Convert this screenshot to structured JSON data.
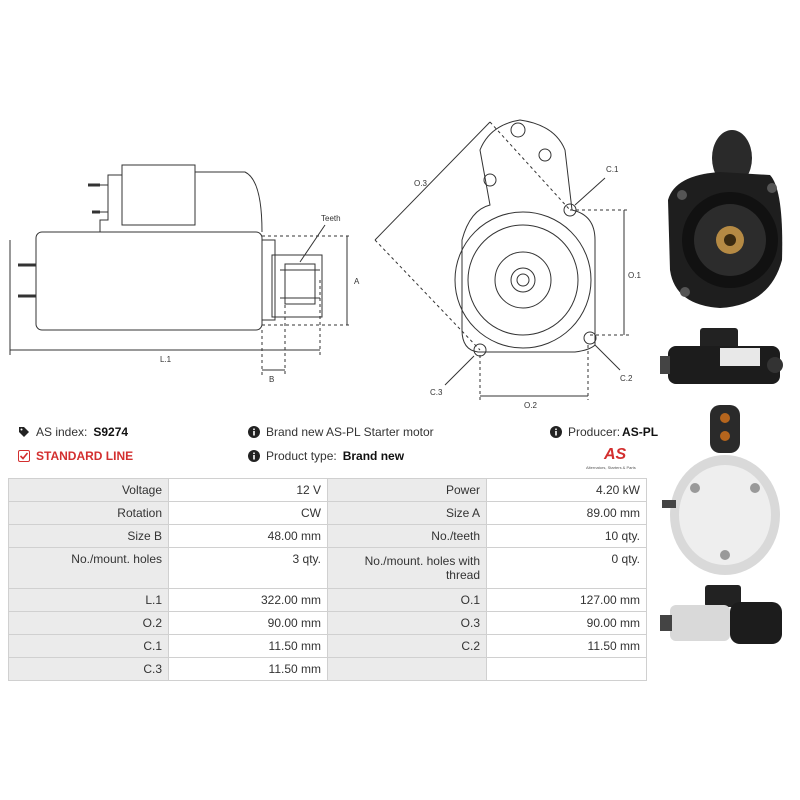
{
  "drawing_labels": {
    "teeth": "Teeth",
    "a": "A",
    "b": "B",
    "l1": "L.1",
    "o1": "O.1",
    "o2": "O.2",
    "o3": "O.3",
    "c1": "C.1",
    "c2": "C.2",
    "c3": "C.3"
  },
  "info": {
    "as_index_label": "AS index:",
    "as_index_value": "S9274",
    "description": "Brand new AS-PL Starter motor",
    "producer_label": "Producer:",
    "producer_value": "AS-PL",
    "standard_line": "STANDARD LINE",
    "product_type_label": "Product type:",
    "product_type_value": "Brand new"
  },
  "logo": {
    "mark": "AS",
    "tagline": "Alternators, Starters & Parts"
  },
  "specs": [
    {
      "l1": "Voltage",
      "v1": "12 V",
      "l2": "Power",
      "v2": "4.20 kW"
    },
    {
      "l1": "Rotation",
      "v1": "CW",
      "l2": "Size A",
      "v2": "89.00 mm"
    },
    {
      "l1": "Size B",
      "v1": "48.00 mm",
      "l2": "No./teeth",
      "v2": "10 qty."
    },
    {
      "l1": "No./mount. holes",
      "v1": "3 qty.",
      "l2": "No./mount. holes with thread",
      "v2": "0 qty."
    },
    {
      "l1": "L.1",
      "v1": "322.00 mm",
      "l2": "O.1",
      "v2": "127.00 mm"
    },
    {
      "l1": "O.2",
      "v1": "90.00 mm",
      "l2": "O.3",
      "v2": "90.00 mm"
    },
    {
      "l1": "C.1",
      "v1": "11.50 mm",
      "l2": "C.2",
      "v2": "11.50 mm"
    },
    {
      "l1": "C.3",
      "v1": "11.50 mm",
      "l2": "",
      "v2": ""
    }
  ],
  "colors": {
    "accent": "#d32f2f",
    "label_bg": "#ebebeb",
    "border": "#d0d0d0"
  }
}
